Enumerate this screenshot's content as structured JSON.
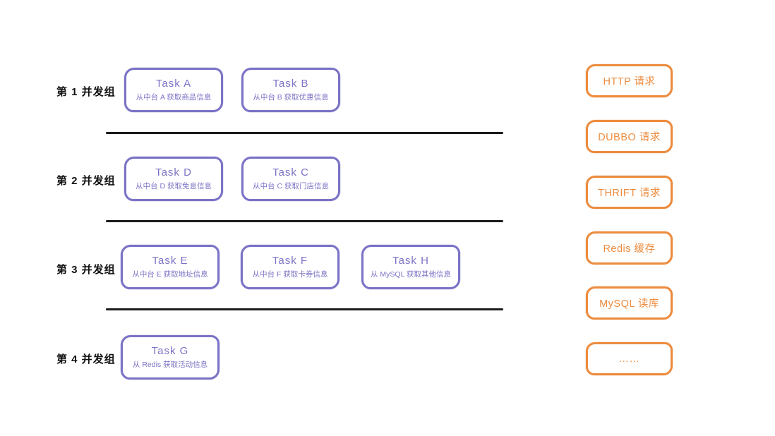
{
  "diagram": {
    "groups": [
      {
        "label": "第 1 并发组",
        "tasks": [
          {
            "title": "Task A",
            "subtitle": "从中台 A 获取商品信息"
          },
          {
            "title": "Task B",
            "subtitle": "从中台 B 获取优惠信息"
          }
        ]
      },
      {
        "label": "第 2 并发组",
        "tasks": [
          {
            "title": "Task D",
            "subtitle": "从中台 D 获取免息信息"
          },
          {
            "title": "Task C",
            "subtitle": "从中台 C 获取门店信息"
          }
        ]
      },
      {
        "label": "第 3 并发组",
        "tasks": [
          {
            "title": "Task E",
            "subtitle": "从中台 E 获取地址信息"
          },
          {
            "title": "Task F",
            "subtitle": "从中台 F 获取卡券信息"
          },
          {
            "title": "Task H",
            "subtitle": "从 MySQL 获取其他信息"
          }
        ]
      },
      {
        "label": "第 4 并发组",
        "tasks": [
          {
            "title": "Task G",
            "subtitle": "从 Redis 获取活动信息"
          }
        ]
      }
    ],
    "legend": [
      {
        "label": "HTTP 请求"
      },
      {
        "label": "DUBBO 请求"
      },
      {
        "label": "THRIFT 请求"
      },
      {
        "label": "Redis 缓存"
      },
      {
        "label": "MySQL 读库"
      },
      {
        "label": "……"
      }
    ],
    "colors": {
      "task_accent": "#7b73c6",
      "legend_accent": "#ec8c3f",
      "divider": "#1b1b1b",
      "label_text": "#111111",
      "background": "#ffffff"
    }
  }
}
